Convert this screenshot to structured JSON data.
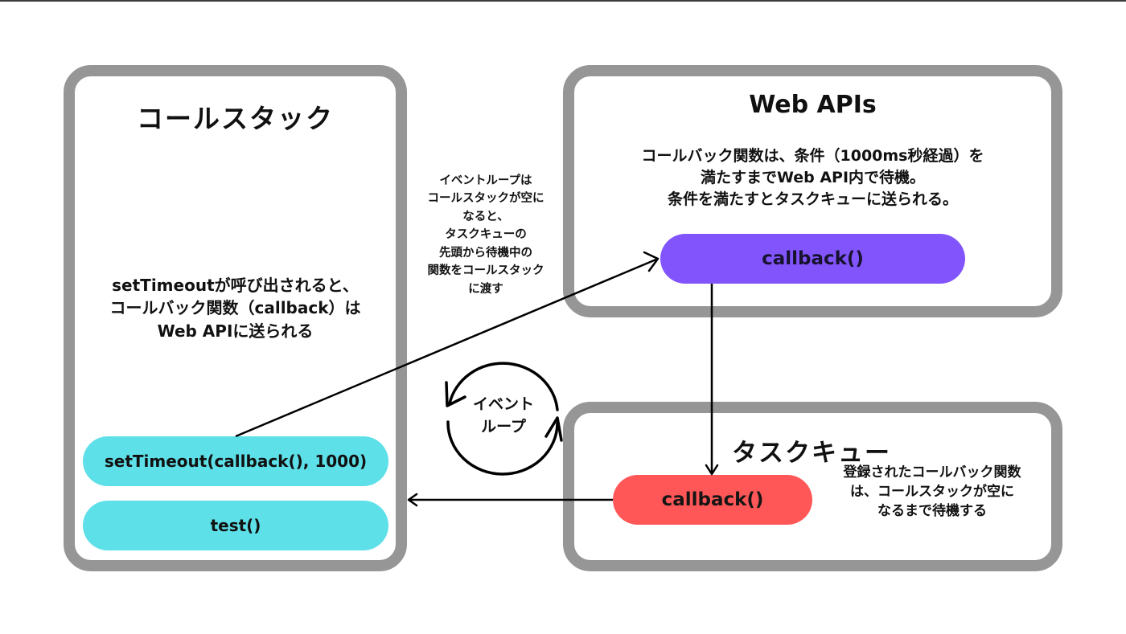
{
  "colors": {
    "panel_border": "#969696",
    "callstack_pill": "#5ee0e8",
    "webapi_pill": "#8254fb",
    "taskqueue_pill": "#ff5757",
    "arrow": "#000000"
  },
  "callstack": {
    "title": "コールスタック",
    "description": [
      "setTimeoutが呼び出されると、",
      "コールバック関数（callback）は",
      "Web APIに送られる"
    ],
    "stack_items": [
      {
        "label": "setTimeout(callback(), 1000)"
      },
      {
        "label": "test()"
      }
    ]
  },
  "event_loop": {
    "note": [
      "イベントループは",
      "コールスタックが空に",
      "なると、",
      "タスクキューの",
      "先頭から待機中の",
      "関数をコールスタック",
      "に渡す"
    ],
    "cycle_label": [
      "イベント",
      "ループ"
    ],
    "icon": "cycle-arrows-icon"
  },
  "web_apis": {
    "title": "Web APIs",
    "description": [
      "コールバック関数は、条件（1000ms秒経過）を",
      "満たすまでWeb API内で待機。",
      "条件を満たすとタスクキューに送られる。"
    ],
    "item": {
      "label": "callback()"
    }
  },
  "task_queue": {
    "title": "タスクキュー",
    "description": [
      "登録されたコールバック関数",
      "は、コールスタックが空に",
      "なるまで待機する"
    ],
    "item": {
      "label": "callback()"
    }
  }
}
